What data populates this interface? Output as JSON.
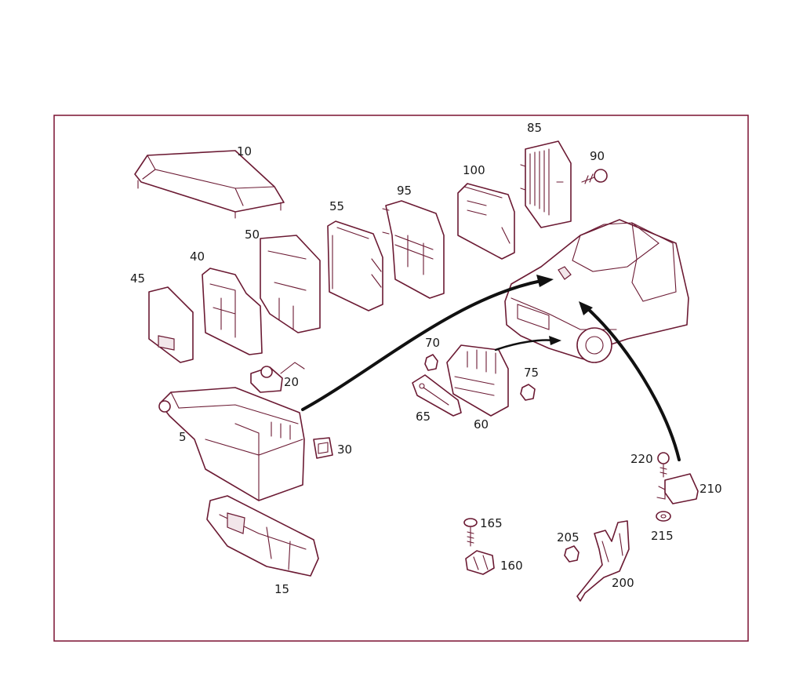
{
  "diagram": {
    "labels": {
      "p5": "5",
      "p10": "10",
      "p15": "15",
      "p20": "20",
      "p30": "30",
      "p40": "40",
      "p45": "45",
      "p50": "50",
      "p55": "55",
      "p60": "60",
      "p65": "65",
      "p70": "70",
      "p75": "75",
      "p85": "85",
      "p90": "90",
      "p95": "95",
      "p100": "100",
      "p160": "160",
      "p165": "165",
      "p200": "200",
      "p205": "205",
      "p210": "210",
      "p215": "215",
      "p220": "220"
    }
  }
}
